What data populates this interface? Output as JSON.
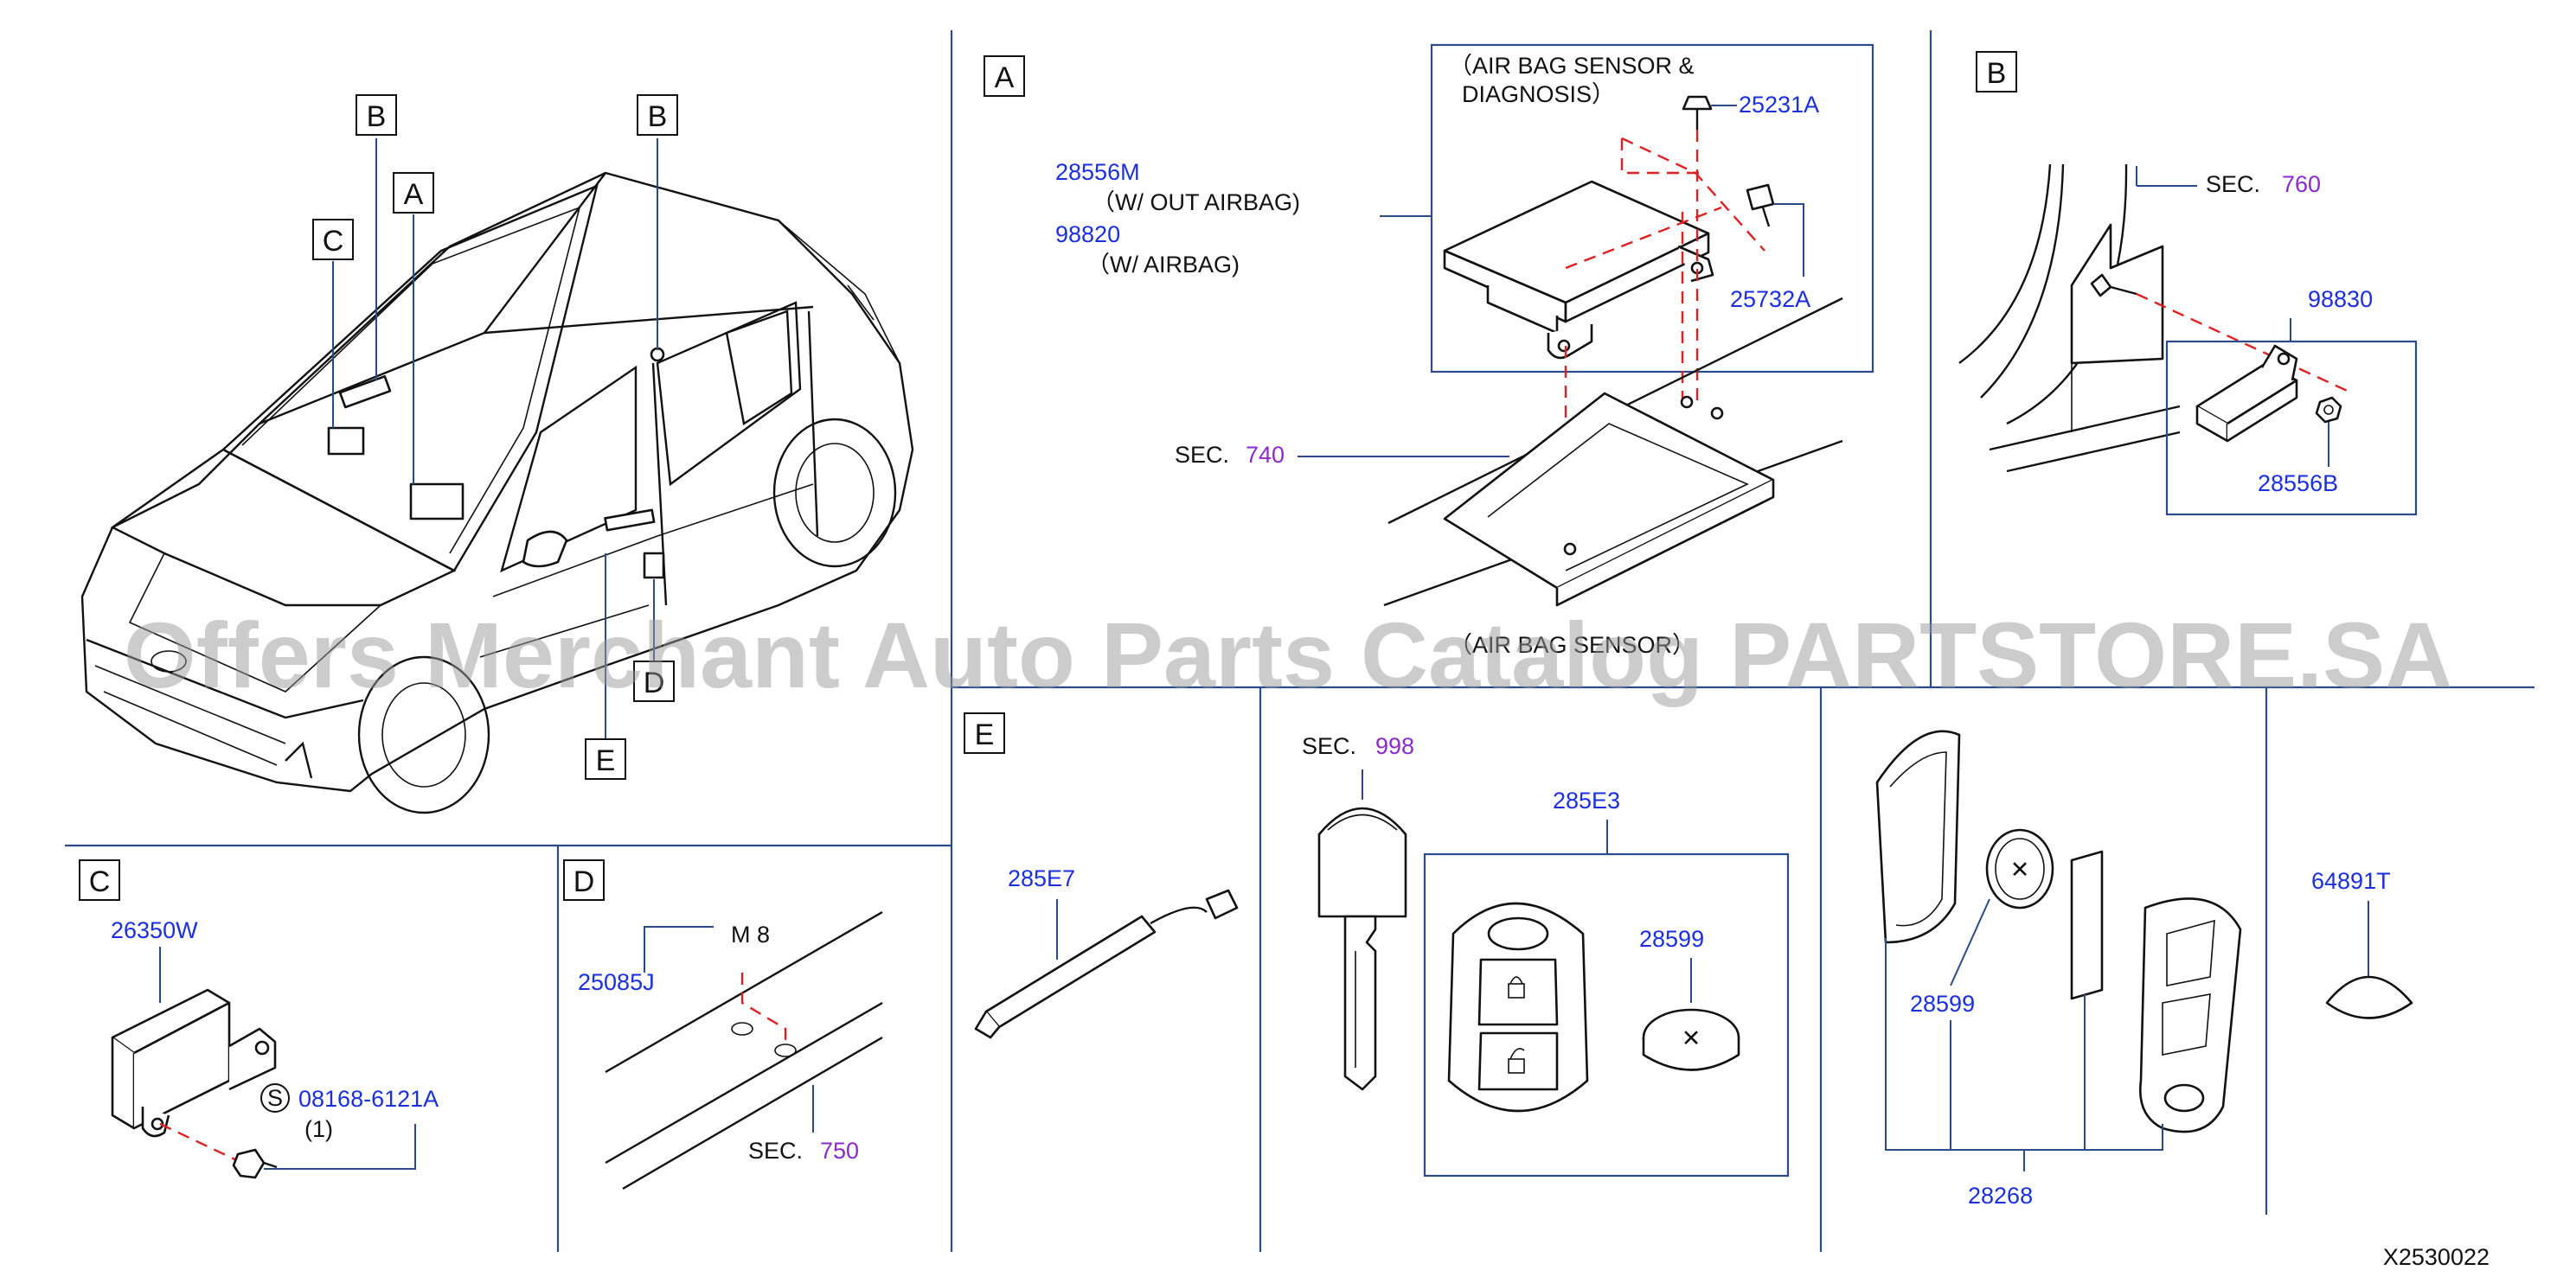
{
  "diagram_code": "X2530022",
  "watermark": "Offers Merchant Auto Parts Catalog PARTSTORE.SA",
  "overview": {
    "callouts": [
      "B",
      "B",
      "A",
      "C",
      "D",
      "E"
    ]
  },
  "section_a": {
    "letter": "A",
    "module_note_line1": "（AIR  BAG  SENSOR  &",
    "module_note_line2": "DIAGNOSIS）",
    "part1_number": "28556M",
    "part1_note": "（W/  OUT  AIRBAG)",
    "part2_number": "98820",
    "part2_note": "（W/  AIRBAG)",
    "bolt1": "25231A",
    "bolt2": "25732A",
    "sec_label": "SEC.",
    "sec_number": "740",
    "bottom_note": "（AIR  BAG  SENSOR）"
  },
  "section_b": {
    "letter": "B",
    "sec_label": "SEC.",
    "sec_number": "760",
    "sensor": "98830",
    "nut": "28556B"
  },
  "section_c": {
    "letter": "C",
    "unit": "26350W",
    "s_mark": "S",
    "screw": "08168-6121A",
    "qty": "(1)"
  },
  "section_d": {
    "letter": "D",
    "part": "25085J",
    "thread": "M  8",
    "sec_label": "SEC.",
    "sec_number": "750"
  },
  "section_e": {
    "letter": "E",
    "antenna": "285E7"
  },
  "section_keys": {
    "sec_label": "SEC.",
    "sec_number": "998",
    "intelligent_key": "285E3",
    "battery_in_key": "28599",
    "battery_loose": "28599",
    "key_case_kit": "28268",
    "emblem": "64891T"
  }
}
